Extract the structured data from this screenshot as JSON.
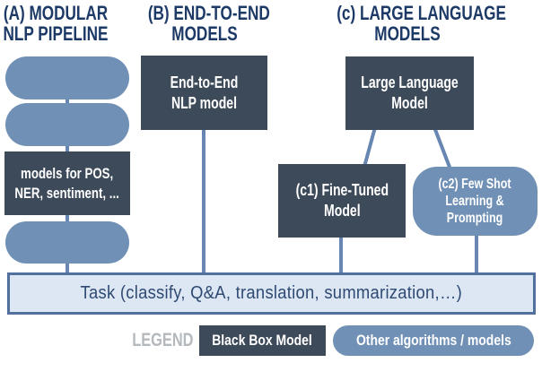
{
  "figure": {
    "col_a": {
      "heading_lines": [
        "(A) MODULAR",
        "NLP PIPELINE"
      ],
      "box_lines": [
        "models for POS,",
        "NER, sentiment, ..."
      ]
    },
    "col_b": {
      "heading_lines": [
        "(B) END-TO-END",
        "MODELS"
      ],
      "box_lines": [
        "End-to-End",
        "NLP model"
      ]
    },
    "col_c": {
      "heading_lines": [
        "(c) LARGE LANGUAGE",
        "MODELS"
      ],
      "llm_box_lines": [
        "Large Language",
        "Model"
      ],
      "c1_box_lines": [
        "(c1) Fine-Tuned",
        "Model"
      ],
      "c2_box_lines": [
        "(c2) Few Shot",
        "Learning &",
        "Prompting"
      ]
    },
    "task_bar_label": "Task (classify, Q&A, translation, summarization,…)",
    "legend": {
      "title": "LEGEND",
      "black_box_label": "Black Box Model",
      "other_label": "Other algorithms / models"
    },
    "colors": {
      "heading_navy": "#1d3a67",
      "dark_box": "#3d4a59",
      "pill_blue": "#7090b5",
      "connector_blue": "#6787b2",
      "task_fill": "#dde6f3",
      "task_border": "#51709e",
      "task_text": "#2e4a73",
      "legend_gray": "#b4b9be"
    }
  }
}
